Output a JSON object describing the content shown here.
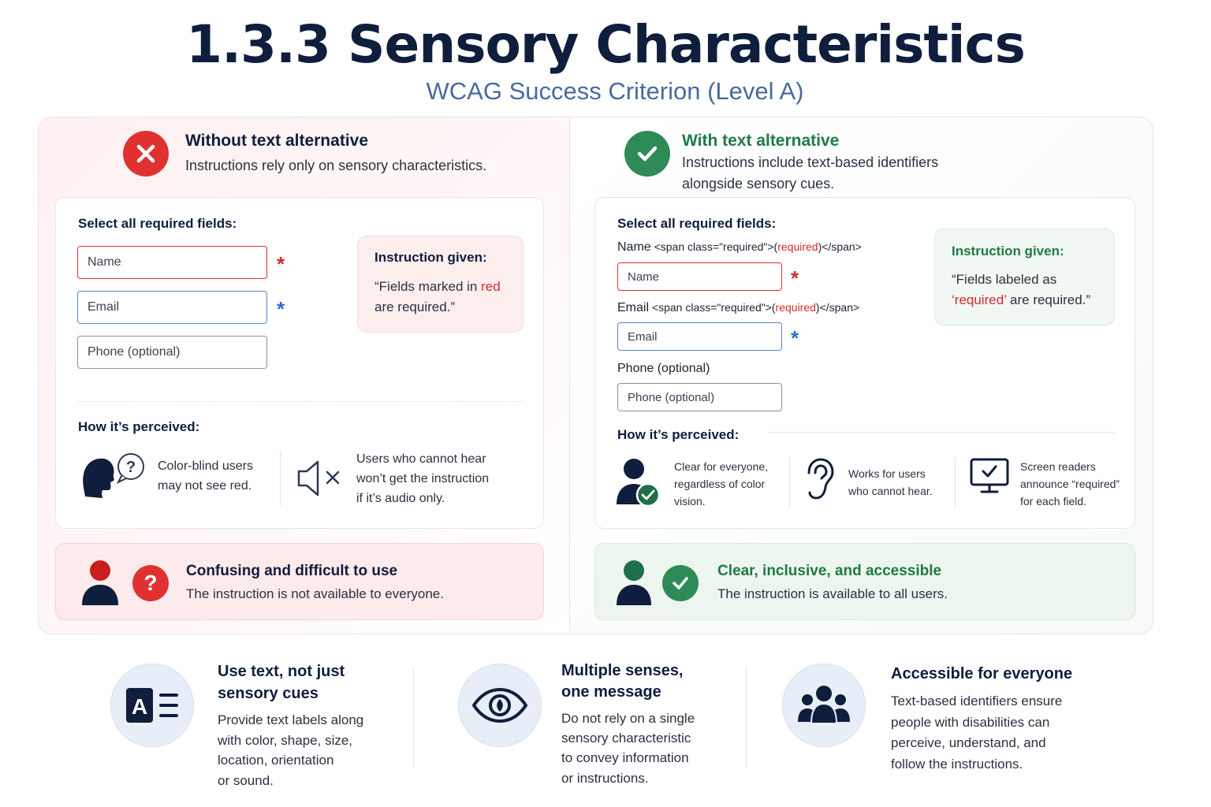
{
  "header": {
    "title": "1.3.3 Sensory Characteristics",
    "subtitle": "WCAG Success Criterion (Level A)"
  },
  "left": {
    "heading": "Without text alternative",
    "desc": "Instructions rely only on sensory characteristics.",
    "form_title": "Select all required fields:",
    "fields": {
      "name": "Name",
      "email": "Email",
      "phone": "Phone (optional)"
    },
    "star": "*",
    "instruction_title": "Instruction given:",
    "instruction_pre": "“Fields marked in ",
    "instruction_red": "red",
    "instruction_post": " are required.”",
    "perceived_title": "How it’s perceived:",
    "perceived": [
      {
        "text1": "Color-blind users",
        "text2": "may not see red."
      },
      {
        "text1": "Users who cannot hear",
        "text2": "won’t get the instruction",
        "text3": "if it’s audio only."
      }
    ],
    "result_title": "Confusing and difficult to use",
    "result_desc": "The instruction is not available to everyone."
  },
  "right": {
    "heading": "With text alternative",
    "desc1": "Instructions include text-based identifiers",
    "desc2": "alongside sensory cues.",
    "form_title": "Select all required fields:",
    "name_label": "Name",
    "span_open": " <span class=\"required\">(",
    "span_req": "required",
    "span_close": ")</span>",
    "email_label": "Email",
    "phone_label": "Phone (optional)",
    "fields": {
      "name": "Name",
      "email": "Email",
      "phone": "Phone (optional)"
    },
    "star": "*",
    "instruction_title": "Instruction given:",
    "instruction_pre": "“Fields labeled as",
    "instruction_red": "‘required’",
    "instruction_post": " are required.”",
    "perceived_title": "How it’s perceived:",
    "perceived": [
      {
        "text1": "Clear for everyone,",
        "text2": "regardless of color",
        "text3": "vision."
      },
      {
        "text1": "Works for users",
        "text2": "who cannot hear."
      },
      {
        "text1": "Screen readers",
        "text2": "announce “required”",
        "text3": "for each field."
      }
    ],
    "result_title": "Clear, inclusive, and accessible",
    "result_desc": "The instruction is available to all users."
  },
  "tips": [
    {
      "title1": "Use text, not just",
      "title2": "sensory cues",
      "lines": [
        "Provide text labels along",
        "with color, shape, size,",
        "location, orientation",
        "or sound."
      ]
    },
    {
      "title1": "Multiple senses,",
      "title2": "one message",
      "lines": [
        "Do not rely on a single",
        "sensory characteristic",
        "to convey information",
        "or instructions."
      ]
    },
    {
      "title1": "Accessible for everyone",
      "lines": [
        "Text-based identifiers ensure",
        "people with disabilities can",
        "perceive, understand, and",
        "follow the instructions."
      ]
    }
  ],
  "colors": {
    "red": "#d42a2a",
    "green": "#2e8a57",
    "blue": "#2c6fce",
    "navy": "#0f1e3d"
  }
}
